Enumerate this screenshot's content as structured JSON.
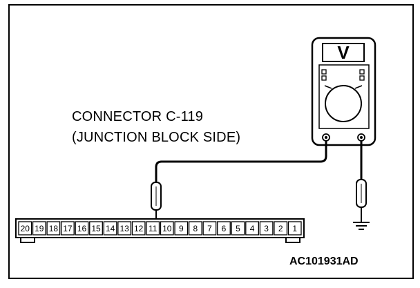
{
  "caption": {
    "line1": "CONNECTOR C-119",
    "line2": "(JUNCTION BLOCK SIDE)"
  },
  "figure_id": "AC101931AD",
  "meter": {
    "display_symbol": "V",
    "icon": "voltmeter-icon"
  },
  "connector": {
    "pins": [
      "20",
      "19",
      "18",
      "17",
      "16",
      "15",
      "14",
      "13",
      "12",
      "11",
      "10",
      "9",
      "8",
      "7",
      "6",
      "5",
      "4",
      "3",
      "2",
      "1"
    ],
    "probed_pin": "11"
  },
  "ground_icon": "ground-symbol-icon",
  "colors": {
    "line": "#000000",
    "background": "#ffffff"
  }
}
